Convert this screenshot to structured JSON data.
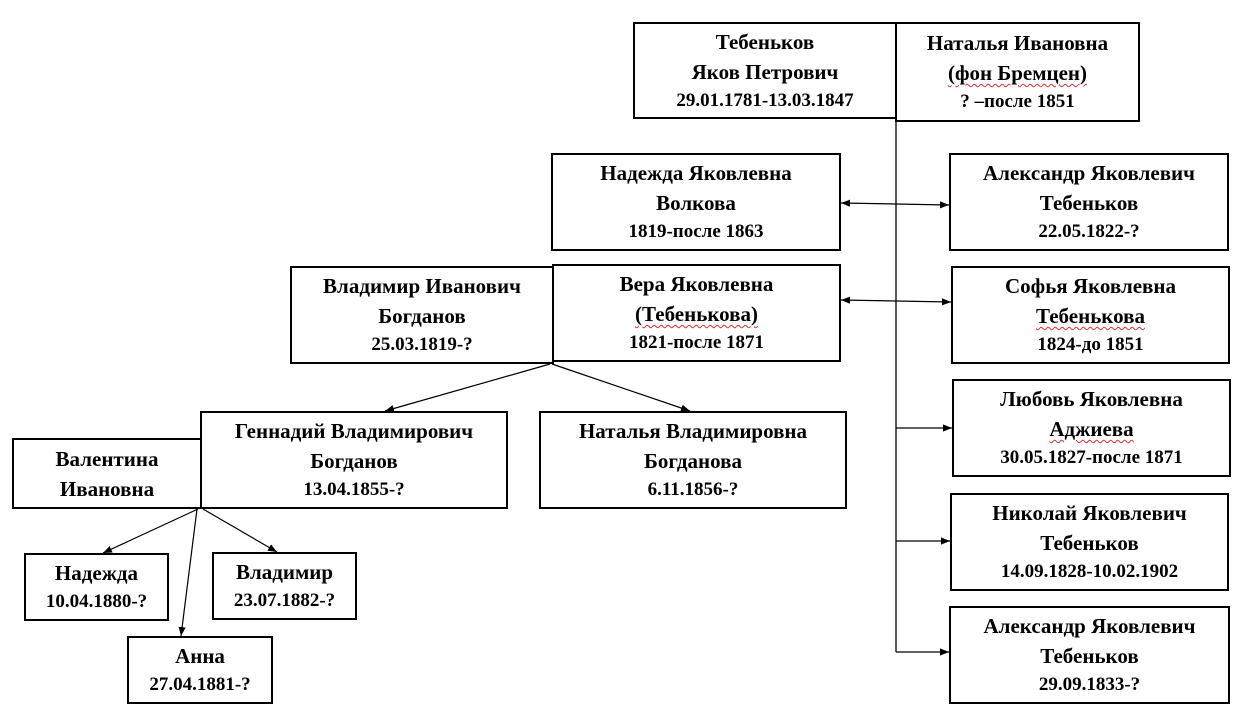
{
  "title": "Family tree of Tebenkov Yakov Petrovich",
  "colors": {
    "border": "#000000",
    "text": "#000000",
    "spellcheck": "#e03030",
    "background": "#ffffff"
  },
  "persons": {
    "yakov": {
      "lines": [
        "Тебеньков",
        "Яков Петрович"
      ],
      "dates": "29.01.1781-13.03.1847"
    },
    "natalya_i": {
      "lines": [
        "Наталья Ивановна",
        "(фон Бремцен)"
      ],
      "dates": "? –после 1851"
    },
    "nadezhda_ya": {
      "lines": [
        "Надежда Яковлевна",
        "Волкова"
      ],
      "dates": "1819-после 1863"
    },
    "alexandr_1822": {
      "lines": [
        "Александр Яковлевич",
        "Тебеньков"
      ],
      "dates": "22.05.1822-?"
    },
    "vladimir_i": {
      "lines": [
        "Владимир Иванович",
        "Богданов"
      ],
      "dates": "25.03.1819-?"
    },
    "vera": {
      "lines": [
        "Вера Яковлевна",
        "(Тебенькова)"
      ],
      "dates": "1821-после 1871"
    },
    "sofya": {
      "lines": [
        "Софья Яковлевна",
        "Тебенькова"
      ],
      "dates": "1824-до 1851"
    },
    "lyubov": {
      "lines": [
        "Любовь Яковлевна",
        "Аджиева"
      ],
      "dates": "30.05.1827-после 1871"
    },
    "nikolai": {
      "lines": [
        "Николай Яковлевич",
        "Тебеньков"
      ],
      "dates": "14.09.1828-10.02.1902"
    },
    "alexandr_1833": {
      "lines": [
        "Александр Яковлевич",
        "Тебеньков"
      ],
      "dates": "29.09.1833-?"
    },
    "gennadiy": {
      "lines": [
        "Геннадий Владимирович",
        "Богданов"
      ],
      "dates": "13.04.1855-?"
    },
    "natalya_v": {
      "lines": [
        "Наталья Владимировна",
        "Богданова"
      ],
      "dates": "6.11.1856-?"
    },
    "valentina": {
      "lines": [
        "Валентина",
        "Ивановна"
      ],
      "dates": ""
    },
    "nadezhda_g": {
      "lines": [
        "Надежда"
      ],
      "dates": "10.04.1880-?"
    },
    "vladimir_g": {
      "lines": [
        "Владимир"
      ],
      "dates": "23.07.1882-?"
    },
    "anna": {
      "lines": [
        "Анна"
      ],
      "dates": "27.04.1881-?"
    }
  },
  "spellcheck_marked": [
    "фон Бремцен",
    "Тебенькова",
    "Аджиева"
  ]
}
